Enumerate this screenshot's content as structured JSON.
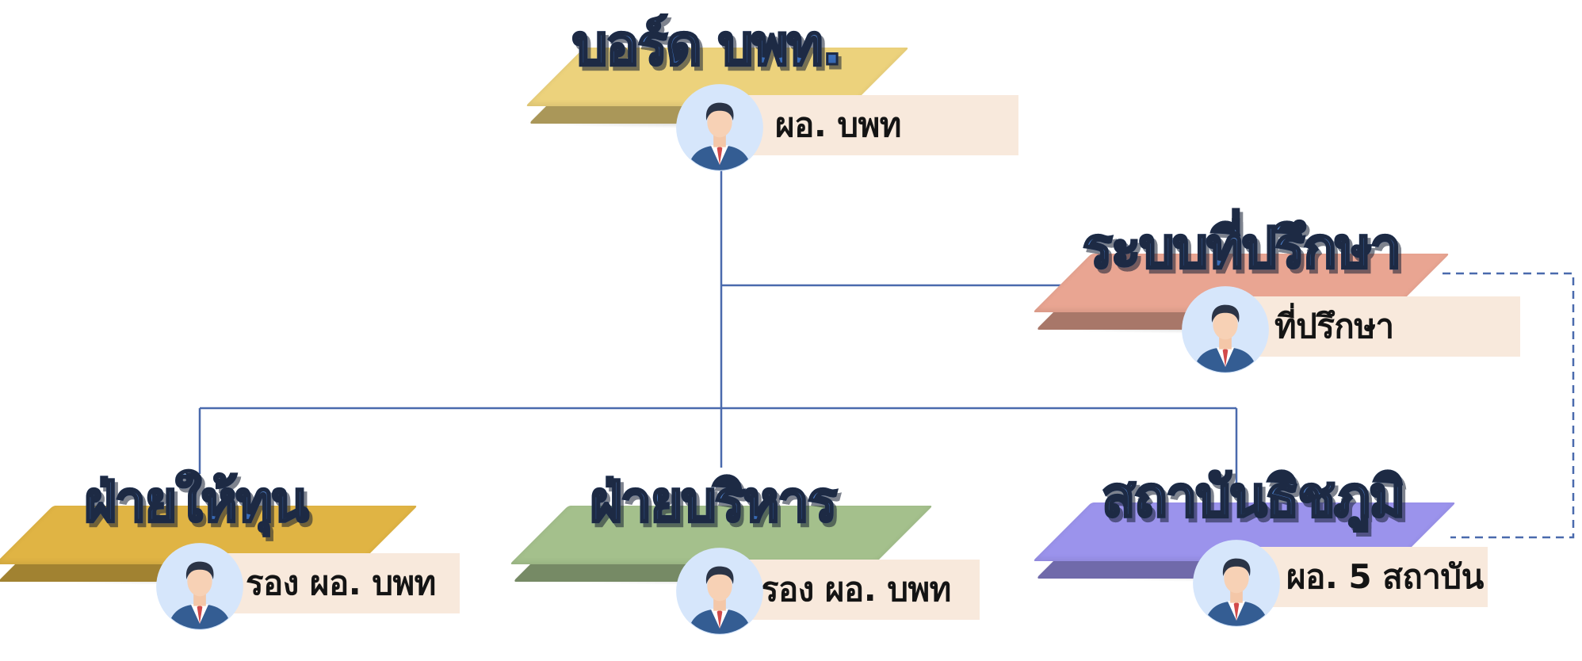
{
  "connector_color": "#4a6aad",
  "nodes": {
    "board": {
      "title": "บอร์ด บพท.",
      "role": "ผอ. บพท",
      "plate_color": "#ecd27c"
    },
    "advisory": {
      "title": "ระบบที่ปรึกษา",
      "role": "ที่ปรึกษา",
      "plate_color": "#e9a592"
    },
    "funding": {
      "title": "ฝ่ายให้ทุน",
      "role": "รอง ผอ. บพท",
      "plate_color": "#e0b444"
    },
    "admin": {
      "title": "ฝ่ายบริหาร",
      "role": "รอง ผอ. บพท",
      "plate_color": "#a4c08c"
    },
    "institute": {
      "title": "สถาบันธิชภูมิ",
      "role": "ผอ. 5 สถาบัน",
      "plate_color": "#9b93ec"
    }
  },
  "icons": {
    "person": "businessman-avatar-icon"
  }
}
